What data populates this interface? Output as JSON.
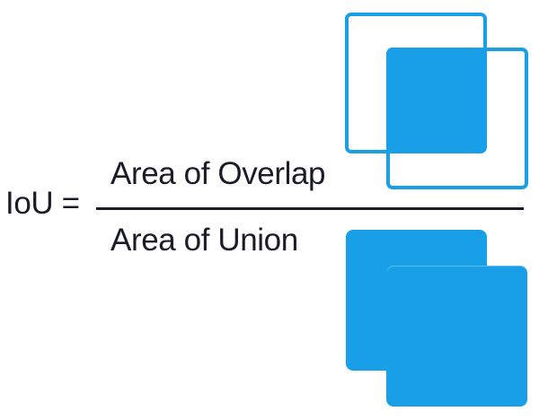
{
  "formula": {
    "lhs": "IoU =",
    "numerator": "Area of Overlap",
    "denominator": "Area of Union"
  },
  "diagrams": {
    "intersection": "overlap-diagram",
    "union": "union-diagram"
  },
  "colors": {
    "accent": "#189FE8",
    "text": "#1C1C28",
    "background": "#FFFFFF"
  }
}
